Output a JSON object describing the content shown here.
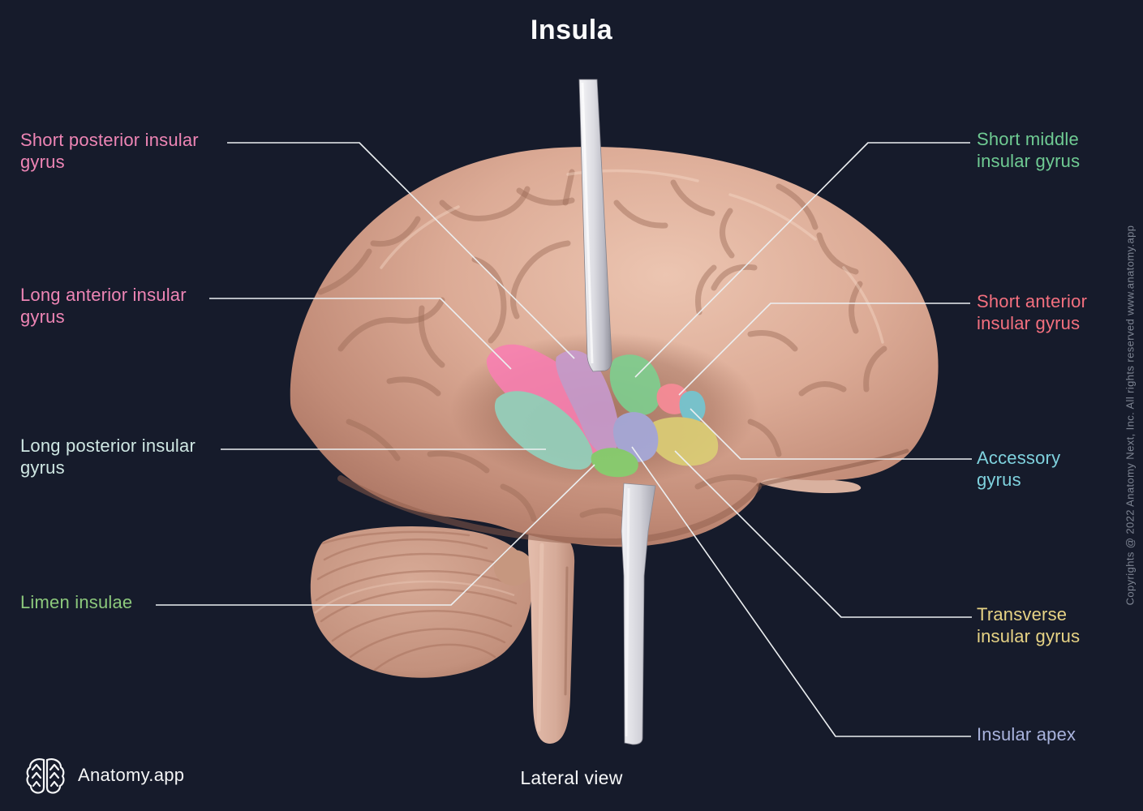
{
  "title": "Insula",
  "view_label": "Lateral view",
  "brand": {
    "name": "Anatomy.app"
  },
  "copyright": "Copyrights @ 2022 Anatomy Next, Inc. All rights reserved www.anatomy.app",
  "labels": {
    "short_posterior": {
      "text": "Short posterior insular\ngyrus",
      "color": "#ee85b5",
      "side": "left"
    },
    "long_anterior": {
      "text": "Long anterior insular\ngyrus",
      "color": "#ee85b5",
      "side": "left"
    },
    "long_posterior": {
      "text": "Long posterior insular\ngyrus",
      "color": "#cfe7e3",
      "side": "left"
    },
    "limen": {
      "text": "Limen insulae",
      "color": "#8cc87c",
      "side": "left"
    },
    "short_middle": {
      "text": "Short middle\ninsular gyrus",
      "color": "#6fcb93",
      "side": "right"
    },
    "short_anterior": {
      "text": "Short anterior\ninsular gyrus",
      "color": "#f4707f",
      "side": "right"
    },
    "accessory": {
      "text": "Accessory\ngyrus",
      "color": "#7fd2de",
      "side": "right"
    },
    "transverse": {
      "text": "Transverse\ninsular gyrus",
      "color": "#e7d385",
      "side": "right"
    },
    "insular_apex": {
      "text": "Insular apex",
      "color": "#a9b3dd",
      "side": "right"
    }
  },
  "patches": {
    "long_anterior_insular_gyrus": "#f97fb2",
    "short_posterior_insular_gyrus": "#c89bd1",
    "long_posterior_insular_gyrus": "#92d4c0",
    "short_middle_insular_gyrus": "#7cd190",
    "short_anterior_insular_gyrus": "#fa8b99",
    "accessory_gyrus": "#6fc9d6",
    "transverse_insular_gyrus": "#dcd075",
    "insular_apex": "#a4abe0",
    "limen_insulae": "#82d36e"
  },
  "palette": {
    "background": "#161b2b",
    "leader_line": "#eceff1",
    "brain_base": "#d5a28e",
    "retractor": "#d8d8dd"
  }
}
